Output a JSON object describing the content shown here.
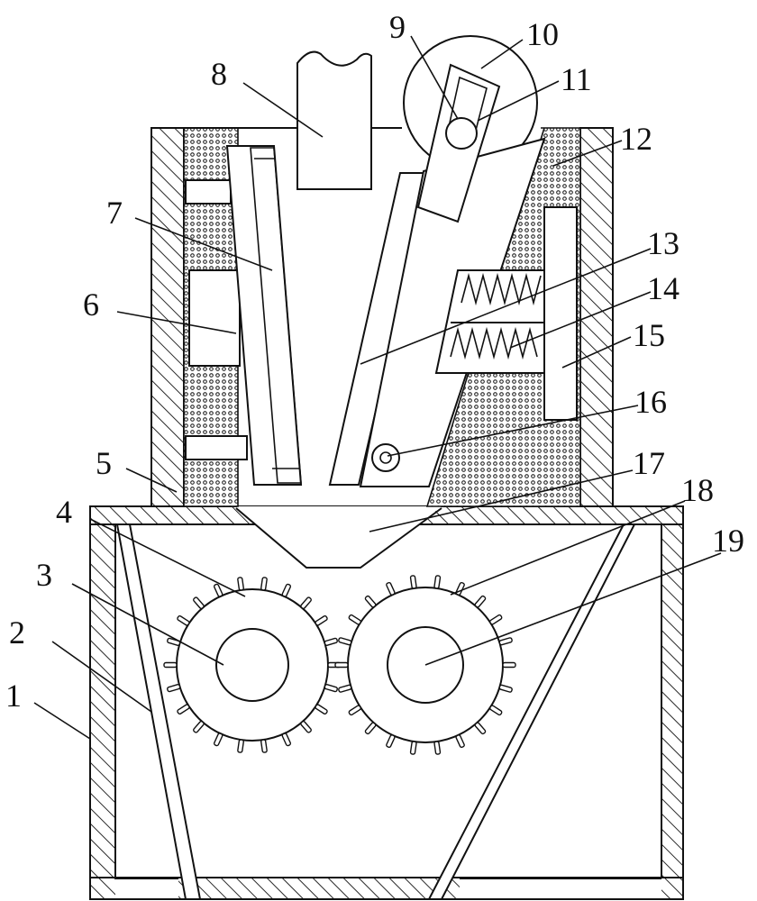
{
  "labels": [
    {
      "id": "1",
      "text": "1"
    },
    {
      "id": "2",
      "text": "2"
    },
    {
      "id": "3",
      "text": "3"
    },
    {
      "id": "4",
      "text": "4"
    },
    {
      "id": "5",
      "text": "5"
    },
    {
      "id": "6",
      "text": "6"
    },
    {
      "id": "7",
      "text": "7"
    },
    {
      "id": "8",
      "text": "8"
    },
    {
      "id": "9",
      "text": "9"
    },
    {
      "id": "10",
      "text": "10"
    },
    {
      "id": "11",
      "text": "11"
    },
    {
      "id": "12",
      "text": "12"
    },
    {
      "id": "13",
      "text": "13"
    },
    {
      "id": "14",
      "text": "14"
    },
    {
      "id": "15",
      "text": "15"
    },
    {
      "id": "16",
      "text": "16"
    },
    {
      "id": "17",
      "text": "17"
    },
    {
      "id": "18",
      "text": "18"
    },
    {
      "id": "19",
      "text": "19"
    }
  ],
  "colors": {
    "line": "#111111",
    "background": "#ffffff"
  }
}
